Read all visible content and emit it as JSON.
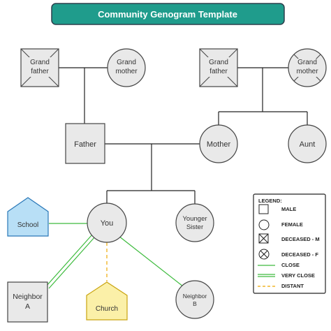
{
  "title": "Community Genogram Template",
  "colors": {
    "title_bg": "#1f9c8c",
    "title_border": "#2b3f4c",
    "node_fill": "#e9e9e9",
    "node_stroke": "#444444",
    "line": "#222222",
    "close_line": "#3dbb3d",
    "distant_line": "#f1b62a",
    "school_fill": "#b8dff6",
    "school_stroke": "#2a78b8",
    "church_fill": "#fbf0a8",
    "church_stroke": "#c9a410"
  },
  "nodes": {
    "grandfather_left": {
      "line1": "Grand",
      "line2": "father"
    },
    "grandmother_left": {
      "line1": "Grand",
      "line2": "mother"
    },
    "grandfather_right": {
      "line1": "Grand",
      "line2": "father"
    },
    "grandmother_right": {
      "line1": "Grand",
      "line2": "mother"
    },
    "father": "Father",
    "mother": "Mother",
    "aunt": "Aunt",
    "you": "You",
    "younger_sister": {
      "line1": "Younger",
      "line2": "Sister"
    },
    "school": "School",
    "church": "Church",
    "neighbor_a": {
      "line1": "Neighbor",
      "line2": "A"
    },
    "neighbor_b": {
      "line1": "Neighbor",
      "line2": "B"
    }
  },
  "legend": {
    "heading": "LEGEND:",
    "items": [
      {
        "symbol": "square",
        "label": "MALE"
      },
      {
        "symbol": "circle",
        "label": "FEMALE"
      },
      {
        "symbol": "crossed-square",
        "label": "DECEASED - M"
      },
      {
        "symbol": "crossed-circle",
        "label": "DECEASED - F"
      },
      {
        "symbol": "close-line",
        "label": "CLOSE"
      },
      {
        "symbol": "very-close-line",
        "label": "VERY CLOSE"
      },
      {
        "symbol": "distant-line",
        "label": "DISTANT"
      }
    ]
  }
}
